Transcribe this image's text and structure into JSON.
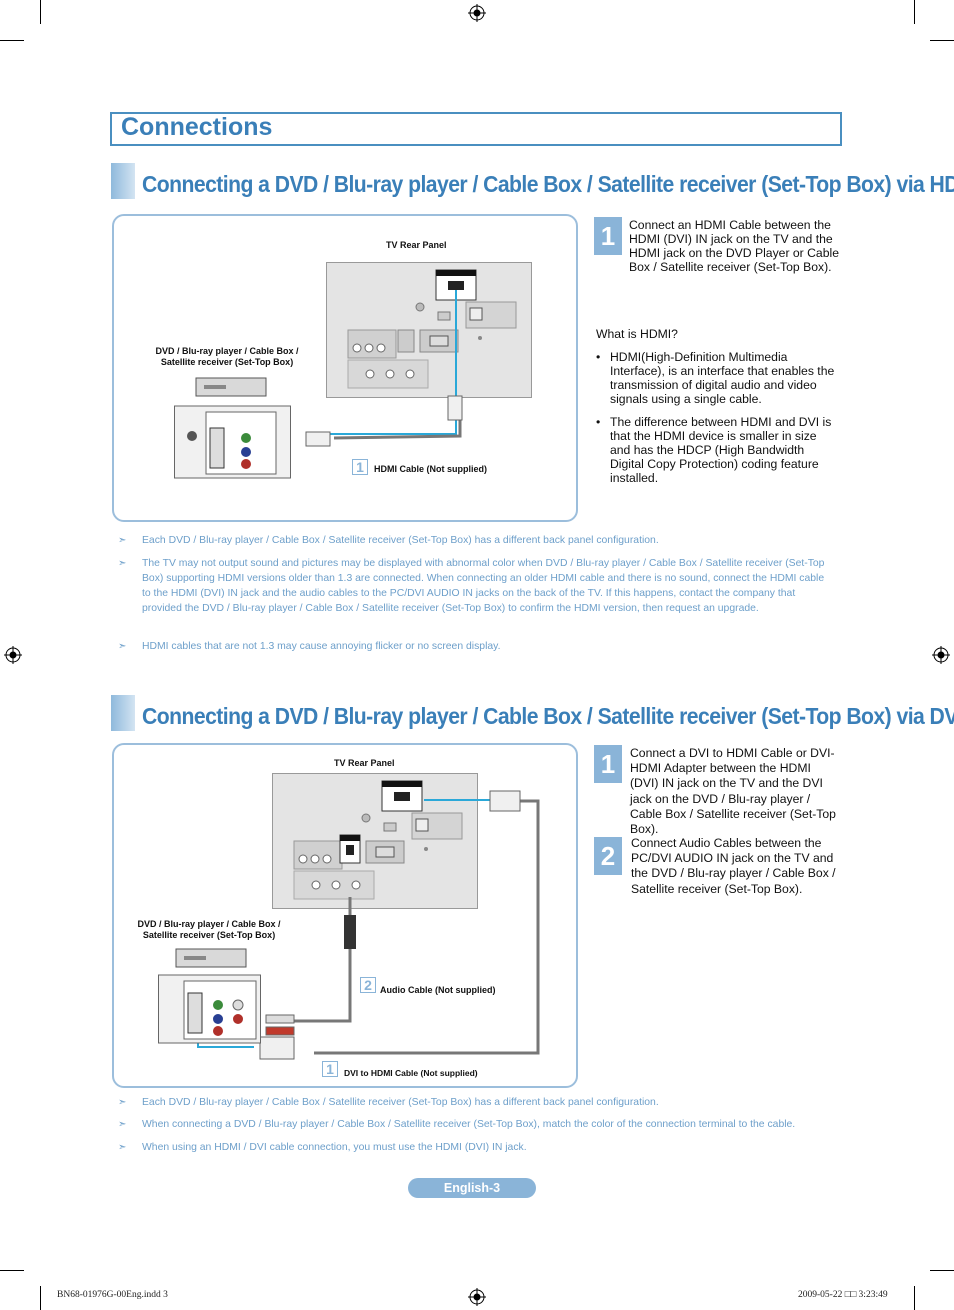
{
  "page_title": "Connections",
  "sections": [
    {
      "title": "Connecting a DVD / Blu-ray player / Cable Box / Satellite receiver (Set-Top Box) via HDMI",
      "diagram": {
        "tv_label": "TV Rear Panel",
        "device_label_1": "DVD / Blu-ray player / Cable Box /",
        "device_label_2": "Satellite receiver (Set-Top Box)",
        "cable_number": "1",
        "cable_label": "HDMI Cable (Not supplied)"
      },
      "steps": [
        {
          "number": "1",
          "text": "Connect an HDMI Cable between the HDMI (DVI) IN jack on the TV and the HDMI jack on the DVD Player or Cable Box / Satellite receiver (Set-Top Box)."
        }
      ],
      "info_heading": "What is HDMI?",
      "bullets": [
        "HDMI(High-Definition Multimedia Interface), is an interface that enables the transmission of digital audio and video signals using a single cable.",
        "The difference between HDMI and DVI is that the HDMI device is smaller in size and has the HDCP (High Bandwidth Digital Copy Protection) coding feature installed."
      ],
      "notes": [
        "Each DVD / Blu-ray player / Cable Box / Satellite receiver (Set-Top Box) has a different back panel configuration.",
        "The TV may not output sound and pictures may be displayed with abnormal color when DVD / Blu-ray player / Cable Box / Satellite receiver (Set-Top Box) supporting HDMI versions older than 1.3 are connected. When connecting an older HDMI cable and there is no sound, connect the HDMI cable to the HDMI (DVI) IN jack and the audio cables to the PC/DVI AUDIO IN jacks on the back of the TV. If this happens, contact the company that provided the DVD / Blu-ray player / Cable Box / Satellite receiver (Set-Top Box) to confirm the HDMI version, then request an upgrade.",
        "HDMI cables that are not 1.3 may cause annoying flicker or no screen display."
      ]
    },
    {
      "title": "Connecting a DVD / Blu-ray player / Cable Box / Satellite receiver (Set-Top Box) via DVI",
      "diagram": {
        "tv_label": "TV Rear Panel",
        "device_label_1": "DVD / Blu-ray player / Cable Box /",
        "device_label_2": "Satellite receiver (Set-Top Box)",
        "audio_number": "2",
        "audio_label": "Audio Cable (Not supplied)",
        "dvi_number": "1",
        "dvi_label": "DVI to HDMI Cable (Not supplied)"
      },
      "steps": [
        {
          "number": "1",
          "text": "Connect a DVI to HDMI Cable or DVI-HDMI Adapter between the HDMI (DVI) IN jack on the TV and the DVI jack on the DVD / Blu-ray player / Cable Box / Satellite receiver (Set-Top Box)."
        },
        {
          "number": "2",
          "text": "Connect Audio Cables between the PC/DVI AUDIO IN jack on the TV and the DVD / Blu-ray player / Cable Box / Satellite receiver (Set-Top Box)."
        }
      ],
      "notes": [
        "Each DVD / Blu-ray player / Cable Box / Satellite receiver (Set-Top Box) has a different back panel configuration.",
        "When connecting a DVD / Blu-ray player / Cable Box / Satellite receiver (Set-Top Box), match the color of the connection terminal to the cable.",
        "When using an HDMI / DVI cable connection, you must use the HDMI (DVI) IN jack."
      ]
    }
  ],
  "page_number": "English-3",
  "footer_left": "BN68-01976G-00Eng.indd   3",
  "footer_right": "2009-05-22   □□ 3:23:49",
  "colors": {
    "accent": "#3a7fb8",
    "step_fill": "#8ab4d8",
    "note_text": "#6d9fca",
    "box_border": "#9cbedc"
  }
}
